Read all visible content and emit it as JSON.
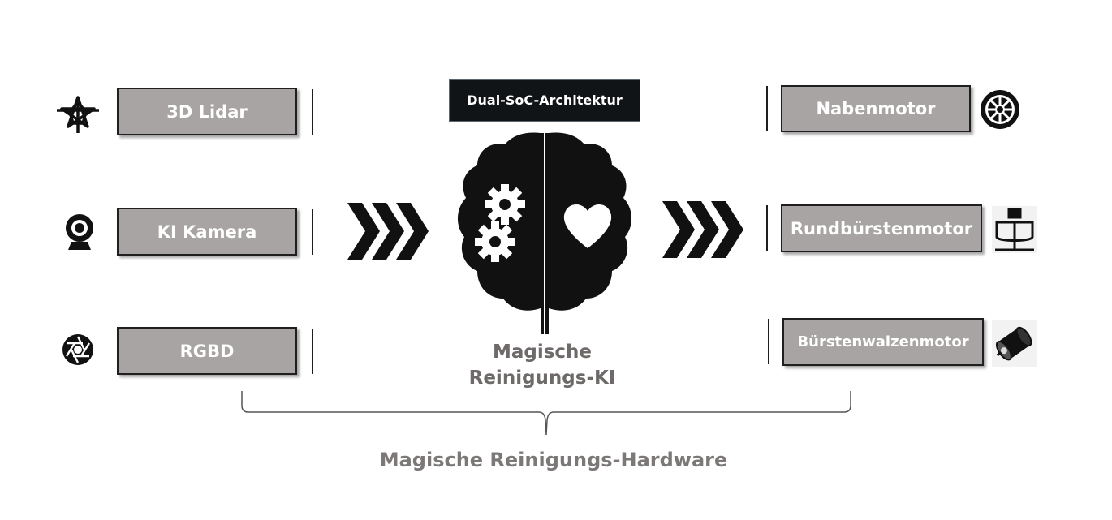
{
  "inputs": [
    {
      "label": "3D Lidar",
      "icon": "lidar-star-icon"
    },
    {
      "label": "KI Kamera",
      "icon": "webcam-icon"
    },
    {
      "label": "RGBD",
      "icon": "aperture-icon"
    }
  ],
  "outputs": [
    {
      "label": "Nabenmotor",
      "icon": "wheel-icon"
    },
    {
      "label": "Rundbürstenmotor",
      "icon": "side-brush-motor-icon"
    },
    {
      "label": "Bürstenwalzenmotor",
      "icon": "roller-brush-motor-icon"
    }
  ],
  "center": {
    "architecture_label": "Dual-SoC-Architektur",
    "caption_line1": "Magische",
    "caption_line2": "Reinigungs-KI",
    "icon": "brain-gears-heart-icon"
  },
  "footer": {
    "caption": "Magische Reinigungs-Hardware"
  }
}
